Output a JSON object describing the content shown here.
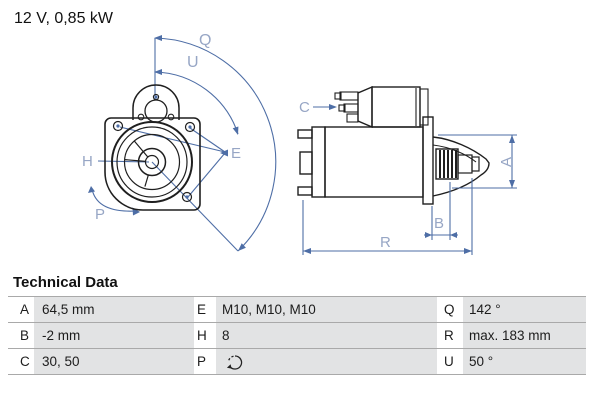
{
  "title": "12 V, 0,85 kW",
  "section": {
    "heading": "Technical Data"
  },
  "table": {
    "rows": [
      [
        {
          "k": "A",
          "v": "64,5 mm"
        },
        {
          "k": "E",
          "v": "M10, M10, M10"
        },
        {
          "k": "Q",
          "v": "142 °"
        }
      ],
      [
        {
          "k": "B",
          "v": "-2 mm"
        },
        {
          "k": "H",
          "v": "8"
        },
        {
          "k": "R",
          "v": "max. 183 mm"
        }
      ],
      [
        {
          "k": "C",
          "v": "30, 50"
        },
        {
          "k": "P",
          "v": "",
          "icon": "counterclockwise-rotation-icon"
        },
        {
          "k": "U",
          "v": "50 °"
        }
      ]
    ]
  },
  "diagram": {
    "front_view": {
      "labels": {
        "q": "Q",
        "u": "U",
        "e": "E",
        "h": "H",
        "p": "P"
      }
    },
    "side_view": {
      "labels": {
        "c": "C",
        "a": "A",
        "b": "B",
        "r": "R"
      }
    },
    "colors": {
      "outline": "#1f1f1f",
      "dimension_line": "#4e6ea6",
      "dimension_label": "#97a6c5",
      "table_value_bg": "#e2e3e4",
      "table_rule": "#a9a9a9"
    }
  }
}
